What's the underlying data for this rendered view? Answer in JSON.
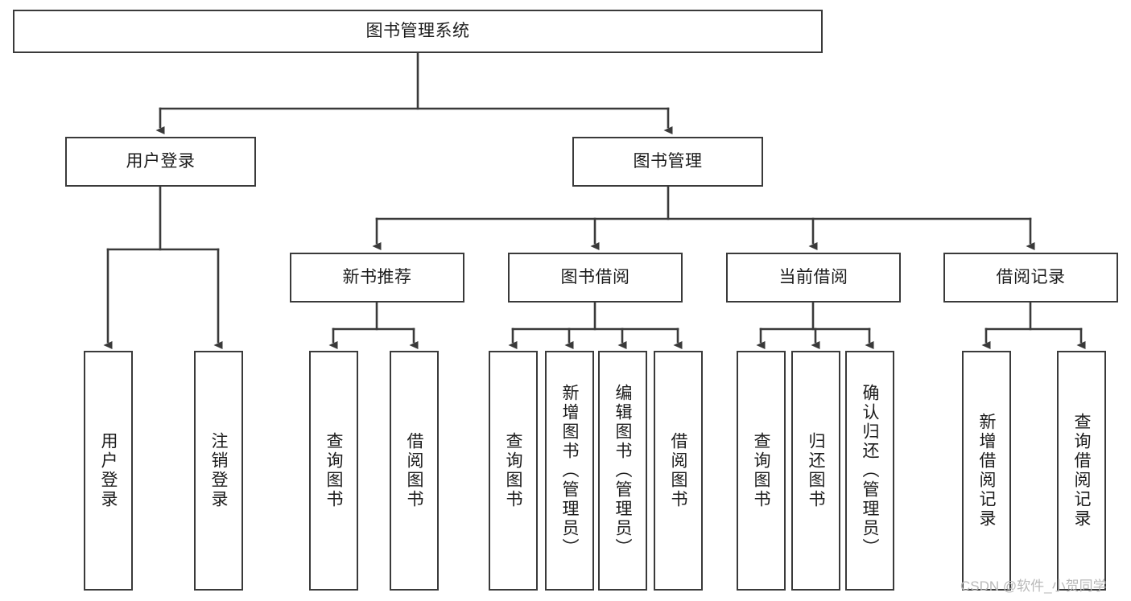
{
  "diagram": {
    "title": "图书管理系统",
    "type": "tree-hierarchy-functional-structure",
    "orientation": "top-down",
    "colors": {
      "box_border": "#3a3a3a",
      "box_fill": "#ffffff",
      "edge": "#3a3a3a",
      "text": "#1c1c1c",
      "background": "#ffffff",
      "watermark": "#b9b9b9"
    }
  },
  "root": {
    "label": "图书管理系统"
  },
  "level2": [
    {
      "id": "user-login",
      "label": "用户登录"
    },
    {
      "id": "book-manage",
      "label": "图书管理"
    }
  ],
  "level3": [
    {
      "id": "new-book-recommend",
      "label": "新书推荐"
    },
    {
      "id": "book-borrow",
      "label": "图书借阅"
    },
    {
      "id": "current-borrow",
      "label": "当前借阅"
    },
    {
      "id": "borrow-record",
      "label": "借阅记录"
    }
  ],
  "leaves": {
    "user_login": [
      {
        "id": "leaf-user-login",
        "label": "用户登录"
      },
      {
        "id": "leaf-logout-login",
        "label": "注销登录"
      }
    ],
    "new_book_recommend": [
      {
        "id": "leaf-query-book-1",
        "label": "查询图书"
      },
      {
        "id": "leaf-borrow-book-1",
        "label": "借阅图书"
      }
    ],
    "book_borrow": [
      {
        "id": "leaf-query-book-2",
        "label": "查询图书"
      },
      {
        "id": "leaf-add-book",
        "label": "新增图书（管理员）"
      },
      {
        "id": "leaf-edit-book",
        "label": "编辑图书（管理员）"
      },
      {
        "id": "leaf-borrow-book-2",
        "label": "借阅图书"
      }
    ],
    "current_borrow": [
      {
        "id": "leaf-query-book-3",
        "label": "查询图书"
      },
      {
        "id": "leaf-return-book",
        "label": "归还图书"
      },
      {
        "id": "leaf-confirm-return",
        "label": "确认归还（管理员）"
      }
    ],
    "borrow_record": [
      {
        "id": "leaf-add-borrow-record",
        "label": "新增借阅记录"
      },
      {
        "id": "leaf-query-borrow-record",
        "label": "查询借阅记录"
      }
    ]
  },
  "watermark": {
    "text": "CSDN @软件_小贺同学"
  }
}
